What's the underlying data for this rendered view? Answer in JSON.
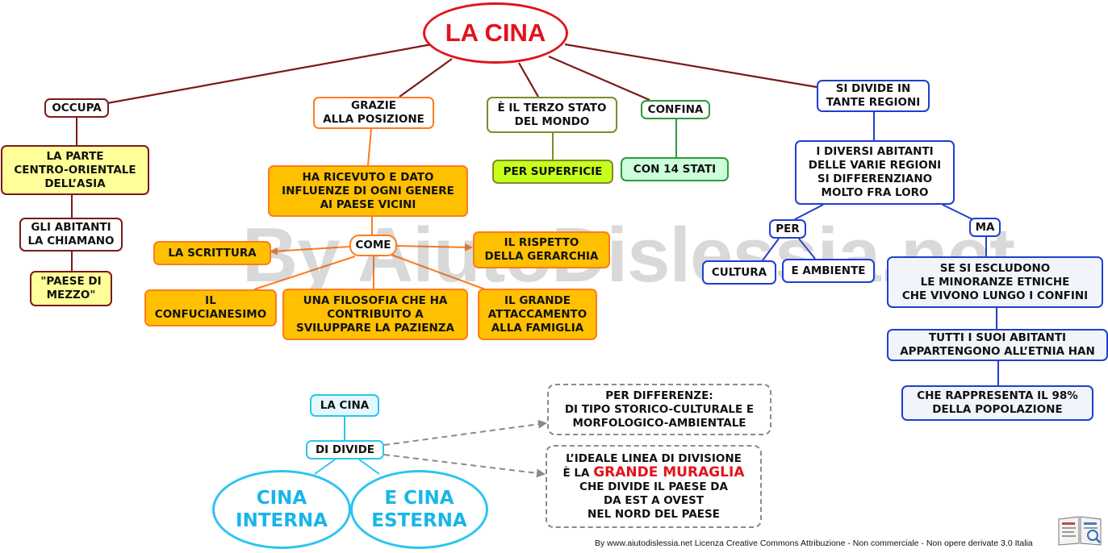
{
  "watermark": "By AiutoDislessia.net",
  "credit": "By www.aiutodislessia.net Licenza Creative Commons Attribuzione - Non commerciale - Non opere derivate 3.0 Italia",
  "icon": "book-icon",
  "colors": {
    "title_red": "#e3131b",
    "maroon": "#7a1a1a",
    "orange": "#ff7b1c",
    "gold": "#ffc000",
    "olive": "#7f8a2a",
    "lime": "#c6ff1a",
    "green": "#2e9a3a",
    "blue": "#1f3fcf",
    "cyan": "#2cc4f0"
  },
  "main": {
    "title": "LA CINA"
  },
  "occupa": {
    "label": "OCCUPA",
    "parte": "LA PARTE\nCENTRO-ORIENTALE\nDELL’ASIA",
    "abitanti": "GLI ABITANTI\nLA CHIAMANO",
    "paese": "\"PAESE DI\nMEZZO\""
  },
  "posizione": {
    "label": "GRAZIE\nALLA POSIZIONE",
    "ricevuto": "HA RICEVUTO E DATO\nINFLUENZE DI OGNI GENERE\nAI PAESE VICINI",
    "come": "COME",
    "scrittura": "LA SCRITTURA",
    "rispetto": "IL RISPETTO\nDELLA GERARCHIA",
    "confucianesimo": "IL\nCONFUCIANESIMO",
    "filosofia": "UNA FILOSOFIA CHE HA\nCONTRIBUITO A\nSVILUPPARE LA PAZIENZA",
    "famiglia": "IL GRANDE\nATTACCAMENTO\nALLA FAMIGLIA"
  },
  "terzo": {
    "label": "È IL TERZO STATO\nDEL MONDO",
    "superficie": "PER SUPERFICIE"
  },
  "confina": {
    "label": "CONFINA",
    "stati": "CON 14 STATI"
  },
  "regioni": {
    "label": "SI DIVIDE IN\nTANTE REGIONI",
    "abitanti": "I DIVERSI ABITANTI\nDELLE VARIE REGIONI\nSI DIFFERENZIANO\nMOLTO FRA LORO",
    "per": "PER",
    "ma": "MA",
    "cultura": "CULTURA",
    "ambiente": "E AMBIENTE",
    "escludono": "SE SI ESCLUDONO\nLE MINORANZE ETNICHE\nCHE VIVONO LUNGO I CONFINI",
    "han": "TUTTI I SUOI ABITANTI\nAPPARTENGONO ALL’ETNIA HAN",
    "percento": "CHE RAPPRESENTA IL 98%\nDELLA POPOLAZIONE"
  },
  "divisione": {
    "label": "LA CINA",
    "divide": "DI DIVIDE",
    "interna": "CINA\nINTERNA",
    "esterna": "E CINA\nESTERNA",
    "differenze": "PER DIFFERENZE:\nDI TIPO STORICO-CULTURALE E\nMORFOLOGICO-AMBIENTALE",
    "linea_a": "L’IDEALE LINEA DI DIVISIONE",
    "linea_b": "È LA ",
    "muraglia": "GRANDE MURAGLIA",
    "linea_c": "CHE DIVIDE IL PAESE DA\nDA EST A OVEST\nNEL NORD DEL PAESE"
  }
}
